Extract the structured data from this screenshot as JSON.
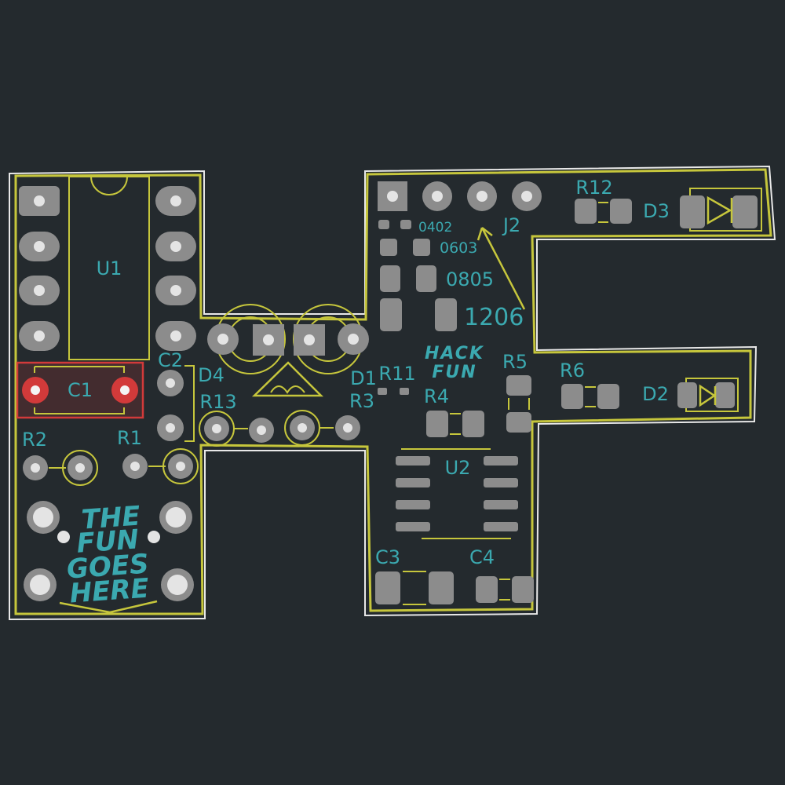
{
  "colors": {
    "background": "#242a2e",
    "edge_cuts": "#e8e8e8",
    "silkscreen": "#c6c63c",
    "reference_text": "#3ba9b0",
    "pad": "#8c8c8c",
    "drill": "#e4e4e4",
    "highlight": "#d23a3a"
  },
  "refs": {
    "u1": "U1",
    "c1": "C1",
    "c2": "C2",
    "r1": "R1",
    "r2": "R2",
    "d4": "D4",
    "r13": "R13",
    "d1": "D1",
    "r11": "R11",
    "r3": "R3",
    "j2": "J2",
    "r12": "R12",
    "d3": "D3",
    "r5": "R5",
    "r6": "R6",
    "d2": "D2",
    "r4": "R4",
    "u2": "U2",
    "c3": "C3",
    "c4": "C4"
  },
  "size_labels": {
    "s0402": "0402",
    "s0603": "0603",
    "s0805": "0805",
    "s1206": "1206"
  },
  "artwork": {
    "logo_line1": "HACK",
    "logo_line2": "FUN",
    "slogan_line1": "THE",
    "slogan_line2": "FUN",
    "slogan_line3": "GOES",
    "slogan_line4": "HERE"
  }
}
